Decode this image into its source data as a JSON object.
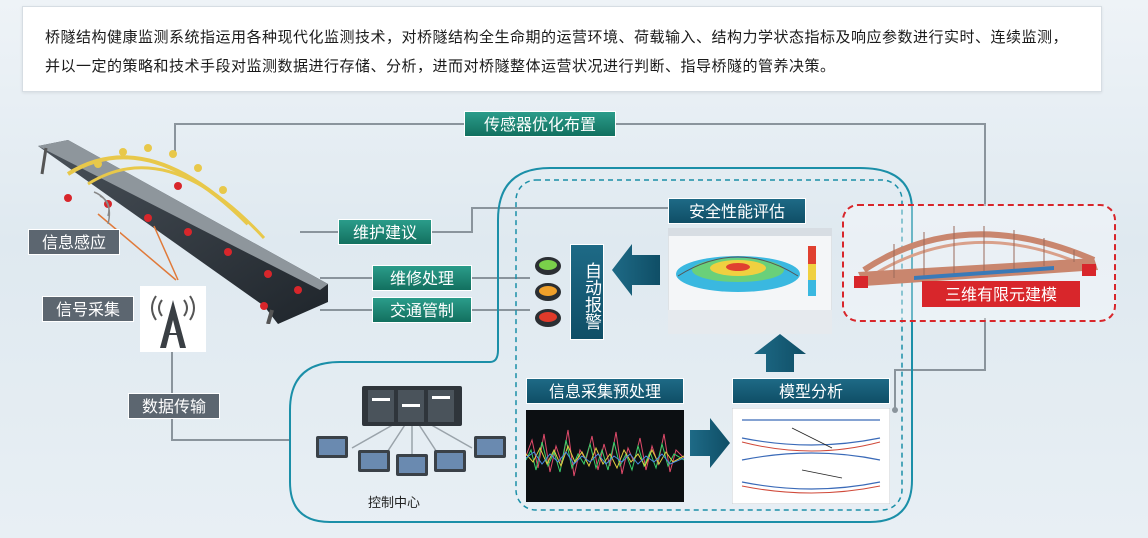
{
  "intro_text": "桥隧结构健康监测系统指运用各种现代化监测技术，对桥隧结构全生命期的运营环境、荷载输入、结构力学状态指标及响应参数进行实时、连续监测，并以一定的策略和技术手段对监测数据进行存储、分析，进而对桥隧整体运营状况进行判断、指导桥隧的管养决策。",
  "labels": {
    "sensor_layout": "传感器优化布置",
    "maintenance_advice": "维护建议",
    "repair": "维修处理",
    "traffic": "交通管制",
    "info_sensing": "信息感应",
    "signal_collection": "信号采集",
    "data_transmission": "数据传输",
    "safety_eval": "安全性能评估",
    "auto_alarm": "自动报警",
    "fem_modeling": "三维有限元建模",
    "preprocess": "信息采集预处理",
    "model_analysis": "模型分析",
    "control_center": "控制中心"
  },
  "colors": {
    "teal": "#1a8a78",
    "navy": "#155a74",
    "red": "#d8262b",
    "gray": "#5c6670",
    "accent_line": "#1b8fa8"
  },
  "icons": [
    "bridge-photo-icon",
    "antenna-tower-icon",
    "server-network-icon",
    "traffic-light-icon",
    "fem-model-icon",
    "signal-waveform-icon",
    "deflection-chart-icon"
  ]
}
